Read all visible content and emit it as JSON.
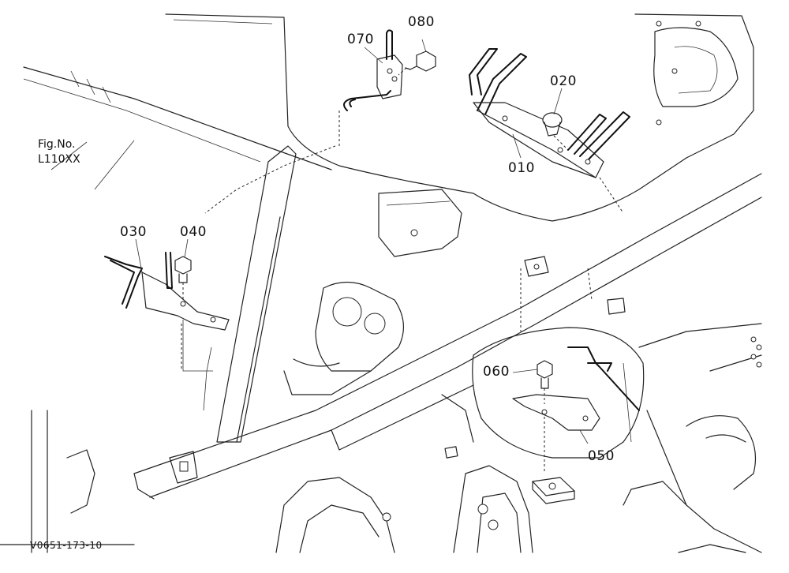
{
  "figure_ref": {
    "line1": "Fig.No.",
    "line2": "L110XX"
  },
  "drawing_code": "V0651-173-10",
  "callouts": [
    {
      "id": "070",
      "text": "070"
    },
    {
      "id": "080",
      "text": "080"
    },
    {
      "id": "020",
      "text": "020"
    },
    {
      "id": "010",
      "text": "010"
    },
    {
      "id": "030",
      "text": "030"
    },
    {
      "id": "040",
      "text": "040"
    },
    {
      "id": "060",
      "text": "060"
    },
    {
      "id": "050",
      "text": "050"
    }
  ]
}
